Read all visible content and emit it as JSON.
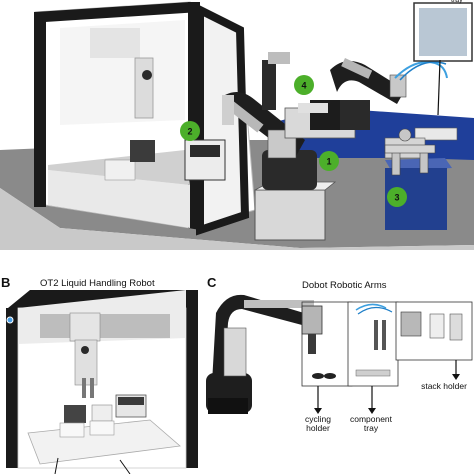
{
  "panel_a": {
    "inset_label": "tray",
    "markers": [
      "1",
      "2",
      "3",
      "4"
    ]
  },
  "panel_b": {
    "letter": "B",
    "title": "OT2 Liquid Handling Robot"
  },
  "panel_c": {
    "letter": "C",
    "title": "Dobot Robotic Arms",
    "labels": {
      "cycling_holder": "cycling holder",
      "component_tray": "component tray",
      "stack_holder": "stack holder"
    }
  },
  "colors": {
    "marker_green": "#4caf2a",
    "blue_mat": "#1f3f9a",
    "blue_box": "#22408f",
    "frame_dark": "#1b1b1b",
    "table_gray": "#7f7f7f"
  }
}
